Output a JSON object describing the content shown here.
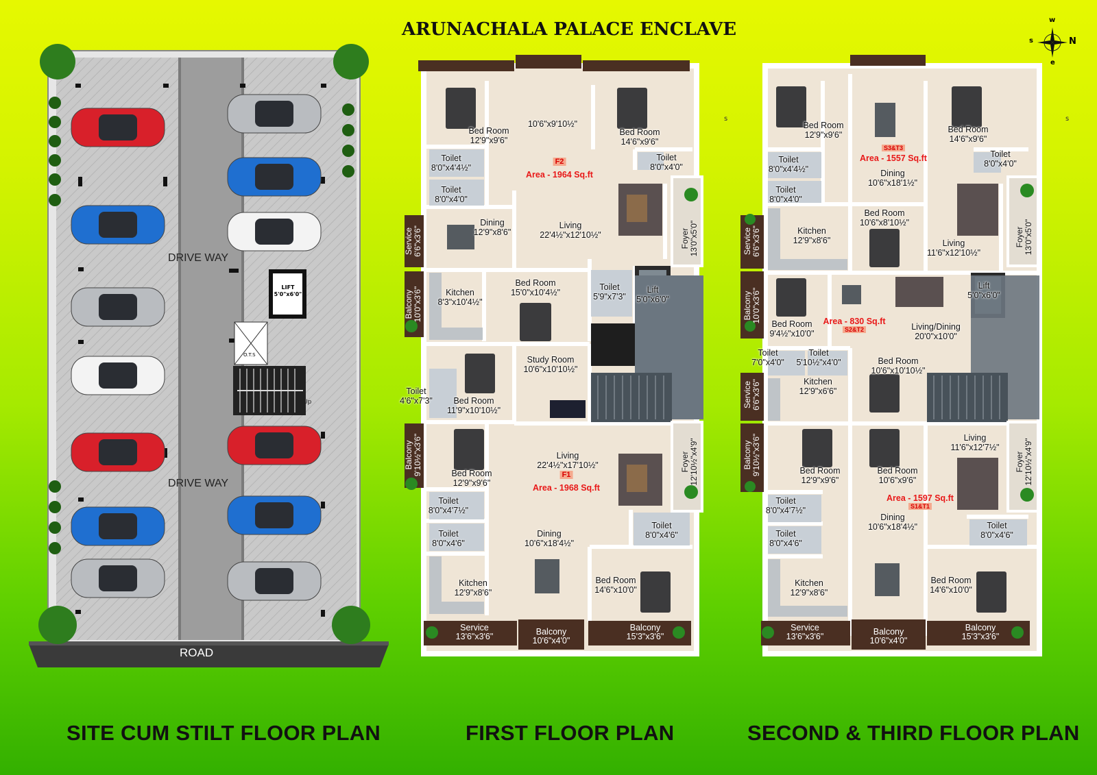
{
  "title": "ARUNACHALA PALACE ENCLAVE",
  "captions": {
    "site": "SITE CUM STILT FLOOR PLAN",
    "first": "FIRST FLOOR PLAN",
    "second": "SECOND & THIRD FLOOR PLAN"
  },
  "compass": {
    "w": "w",
    "n": "N",
    "s": "s",
    "e": "e"
  },
  "side_marks": {
    "s": "s"
  },
  "site": {
    "drive_way": "DRIVE WAY",
    "road": "ROAD",
    "lift_name": "LIFT",
    "lift_dim": "5'0\"x6'0\"",
    "ots": "O.T.S",
    "up": "Up",
    "cars_left": [
      "red",
      "blue",
      "silver",
      "white",
      "red",
      "blue",
      "silver"
    ],
    "cars_right": [
      "silver",
      "blue",
      "white",
      "red",
      "blue",
      "silver"
    ]
  },
  "first": {
    "f2_tag": "F2",
    "f2_area": "Area - 1964 Sq.ft",
    "f1_tag": "F1",
    "f1_area": "Area - 1968 Sq.ft",
    "rooms": {
      "bed1": {
        "name": "Bed Room",
        "dim": "12'9\"x9'6\""
      },
      "passage": {
        "dim": "10'6\"x9'10½\""
      },
      "bed2": {
        "name": "Bed Room",
        "dim": "14'6\"x9'6\""
      },
      "toilet1": {
        "name": "Toilet",
        "dim": "8'0\"x4'4½\""
      },
      "toilet2": {
        "name": "Toilet",
        "dim": "8'0\"x4'0\""
      },
      "toilet3": {
        "name": "Toilet",
        "dim": "8'0\"x4'0\""
      },
      "dining1": {
        "name": "Dining",
        "dim": "12'9\"x8'6\""
      },
      "living1": {
        "name": "Living",
        "dim": "22'4½\"x12'10½\""
      },
      "kitchen1": {
        "name": "Kitchen",
        "dim": "8'3\"x10'4½\""
      },
      "bed3": {
        "name": "Bed Room",
        "dim": "15'0\"x10'4½\""
      },
      "toilet4": {
        "name": "Toilet",
        "dim": "5'9\"x7'3\""
      },
      "lift": {
        "name": "Lift",
        "dim": "5'0\"x6'0\""
      },
      "study": {
        "name": "Study Room",
        "dim": "10'6\"x10'10½\""
      },
      "toilet5": {
        "name": "Toilet",
        "dim": "4'6\"x7'3\""
      },
      "bed4": {
        "name": "Bed Room",
        "dim": "11'9\"x10'10½\""
      },
      "bed5": {
        "name": "Bed Room",
        "dim": "12'9\"x9'6\""
      },
      "living2": {
        "name": "Living",
        "dim": "22'4½\"x17'10½\""
      },
      "toilet6": {
        "name": "Toilet",
        "dim": "8'0\"x4'7½\""
      },
      "toilet7": {
        "name": "Toilet",
        "dim": "8'0\"x4'6\""
      },
      "toilet8": {
        "name": "Toilet",
        "dim": "8'0\"x4'6\""
      },
      "dining2": {
        "name": "Dining",
        "dim": "10'6\"x18'4½\""
      },
      "bed6": {
        "name": "Bed Room",
        "dim": "14'6\"x10'0\""
      },
      "kitchen2": {
        "name": "Kitchen",
        "dim": "12'9\"x8'6\""
      },
      "service_b": {
        "name": "Service",
        "dim": "13'6\"x3'6\""
      },
      "balcony_b1": {
        "name": "Balcony",
        "dim": "10'6\"x4'0\""
      },
      "balcony_b2": {
        "name": "Balcony",
        "dim": "15'3\"x3'6\""
      },
      "service_v": {
        "name": "Service",
        "dim": "6'6\"x3'6\""
      },
      "balcony_v1": {
        "name": "Balcony",
        "dim": "10'0\"x3'6\""
      },
      "balcony_v2": {
        "name": "Balcony",
        "dim": "9'10½\"x3'6\""
      },
      "foyer1": {
        "name": "Foyer",
        "dim": "13'0\"x5'0\""
      },
      "foyer2": {
        "name": "Foyer",
        "dim": "12'10½\"x4'9\""
      }
    }
  },
  "second": {
    "s3_tag": "S3&T3",
    "s3_area": "Area - 1557 Sq.ft",
    "s2_tag": "S2&T2",
    "s2_area": "Area - 830 Sq.ft",
    "s1_tag": "S1&T1",
    "s1_area": "Area - 1597 Sq.ft",
    "rooms": {
      "bed1": {
        "name": "Bed Room",
        "dim": "12'9\"x9'6\""
      },
      "bed2": {
        "name": "Bed Room",
        "dim": "14'6\"x9'6\""
      },
      "toilet1": {
        "name": "Toilet",
        "dim": "8'0\"x4'4½\""
      },
      "toilet2": {
        "name": "Toilet",
        "dim": "8'0\"x4'0\""
      },
      "toilet3": {
        "name": "Toilet",
        "dim": "8'0\"x4'0\""
      },
      "dining1": {
        "name": "Dining",
        "dim": "10'6\"x18'1½\""
      },
      "kitchen1": {
        "name": "Kitchen",
        "dim": "12'9\"x8'6\""
      },
      "bed3": {
        "name": "Bed Room",
        "dim": "10'6\"x8'10½\""
      },
      "living1": {
        "name": "Living",
        "dim": "11'6\"x12'10½\""
      },
      "lift": {
        "name": "Lift",
        "dim": "5'0\"x6'0\""
      },
      "bed4": {
        "name": "Bed Room",
        "dim": "9'4½\"x10'0\""
      },
      "livdin": {
        "name": "Living/Dining",
        "dim": "20'0\"x10'0\""
      },
      "toilet4": {
        "name": "Toilet",
        "dim": "7'0\"x4'0\""
      },
      "toilet5": {
        "name": "Toilet",
        "dim": "5'10½\"x4'0\""
      },
      "bed5": {
        "name": "Bed Room",
        "dim": "10'6\"x10'10½\""
      },
      "kitchen2": {
        "name": "Kitchen",
        "dim": "12'9\"x6'6\""
      },
      "living2": {
        "name": "Living",
        "dim": "11'6\"x12'7½\""
      },
      "bed6": {
        "name": "Bed Room",
        "dim": "12'9\"x9'6\""
      },
      "bed7": {
        "name": "Bed Room",
        "dim": "10'6\"x9'6\""
      },
      "toilet6": {
        "name": "Toilet",
        "dim": "8'0\"x4'7½\""
      },
      "toilet7": {
        "name": "Toilet",
        "dim": "8'0\"x4'6\""
      },
      "toilet8": {
        "name": "Toilet",
        "dim": "8'0\"x4'6\""
      },
      "dining2": {
        "name": "Dining",
        "dim": "10'6\"x18'4½\""
      },
      "bed8": {
        "name": "Bed Room",
        "dim": "14'6\"x10'0\""
      },
      "kitchen3": {
        "name": "Kitchen",
        "dim": "12'9\"x8'6\""
      },
      "service_b": {
        "name": "Service",
        "dim": "13'6\"x3'6\""
      },
      "balcony_b1": {
        "name": "Balcony",
        "dim": "10'6\"x4'0\""
      },
      "balcony_b2": {
        "name": "Balcony",
        "dim": "15'3\"x3'6\""
      },
      "service_v1": {
        "name": "Service",
        "dim": "6'6\"x3'6\""
      },
      "balcony_v1": {
        "name": "Balcony",
        "dim": "10'0\"x3'6\""
      },
      "service_v2": {
        "name": "Service",
        "dim": "6'6\"x3'6\""
      },
      "balcony_v2": {
        "name": "Balcony",
        "dim": "9'10½\"x3'6\""
      },
      "foyer1": {
        "name": "Foyer",
        "dim": "13'0\"x5'0\""
      },
      "foyer2": {
        "name": "Foyer",
        "dim": "12'10½\"x4'9\""
      }
    }
  }
}
